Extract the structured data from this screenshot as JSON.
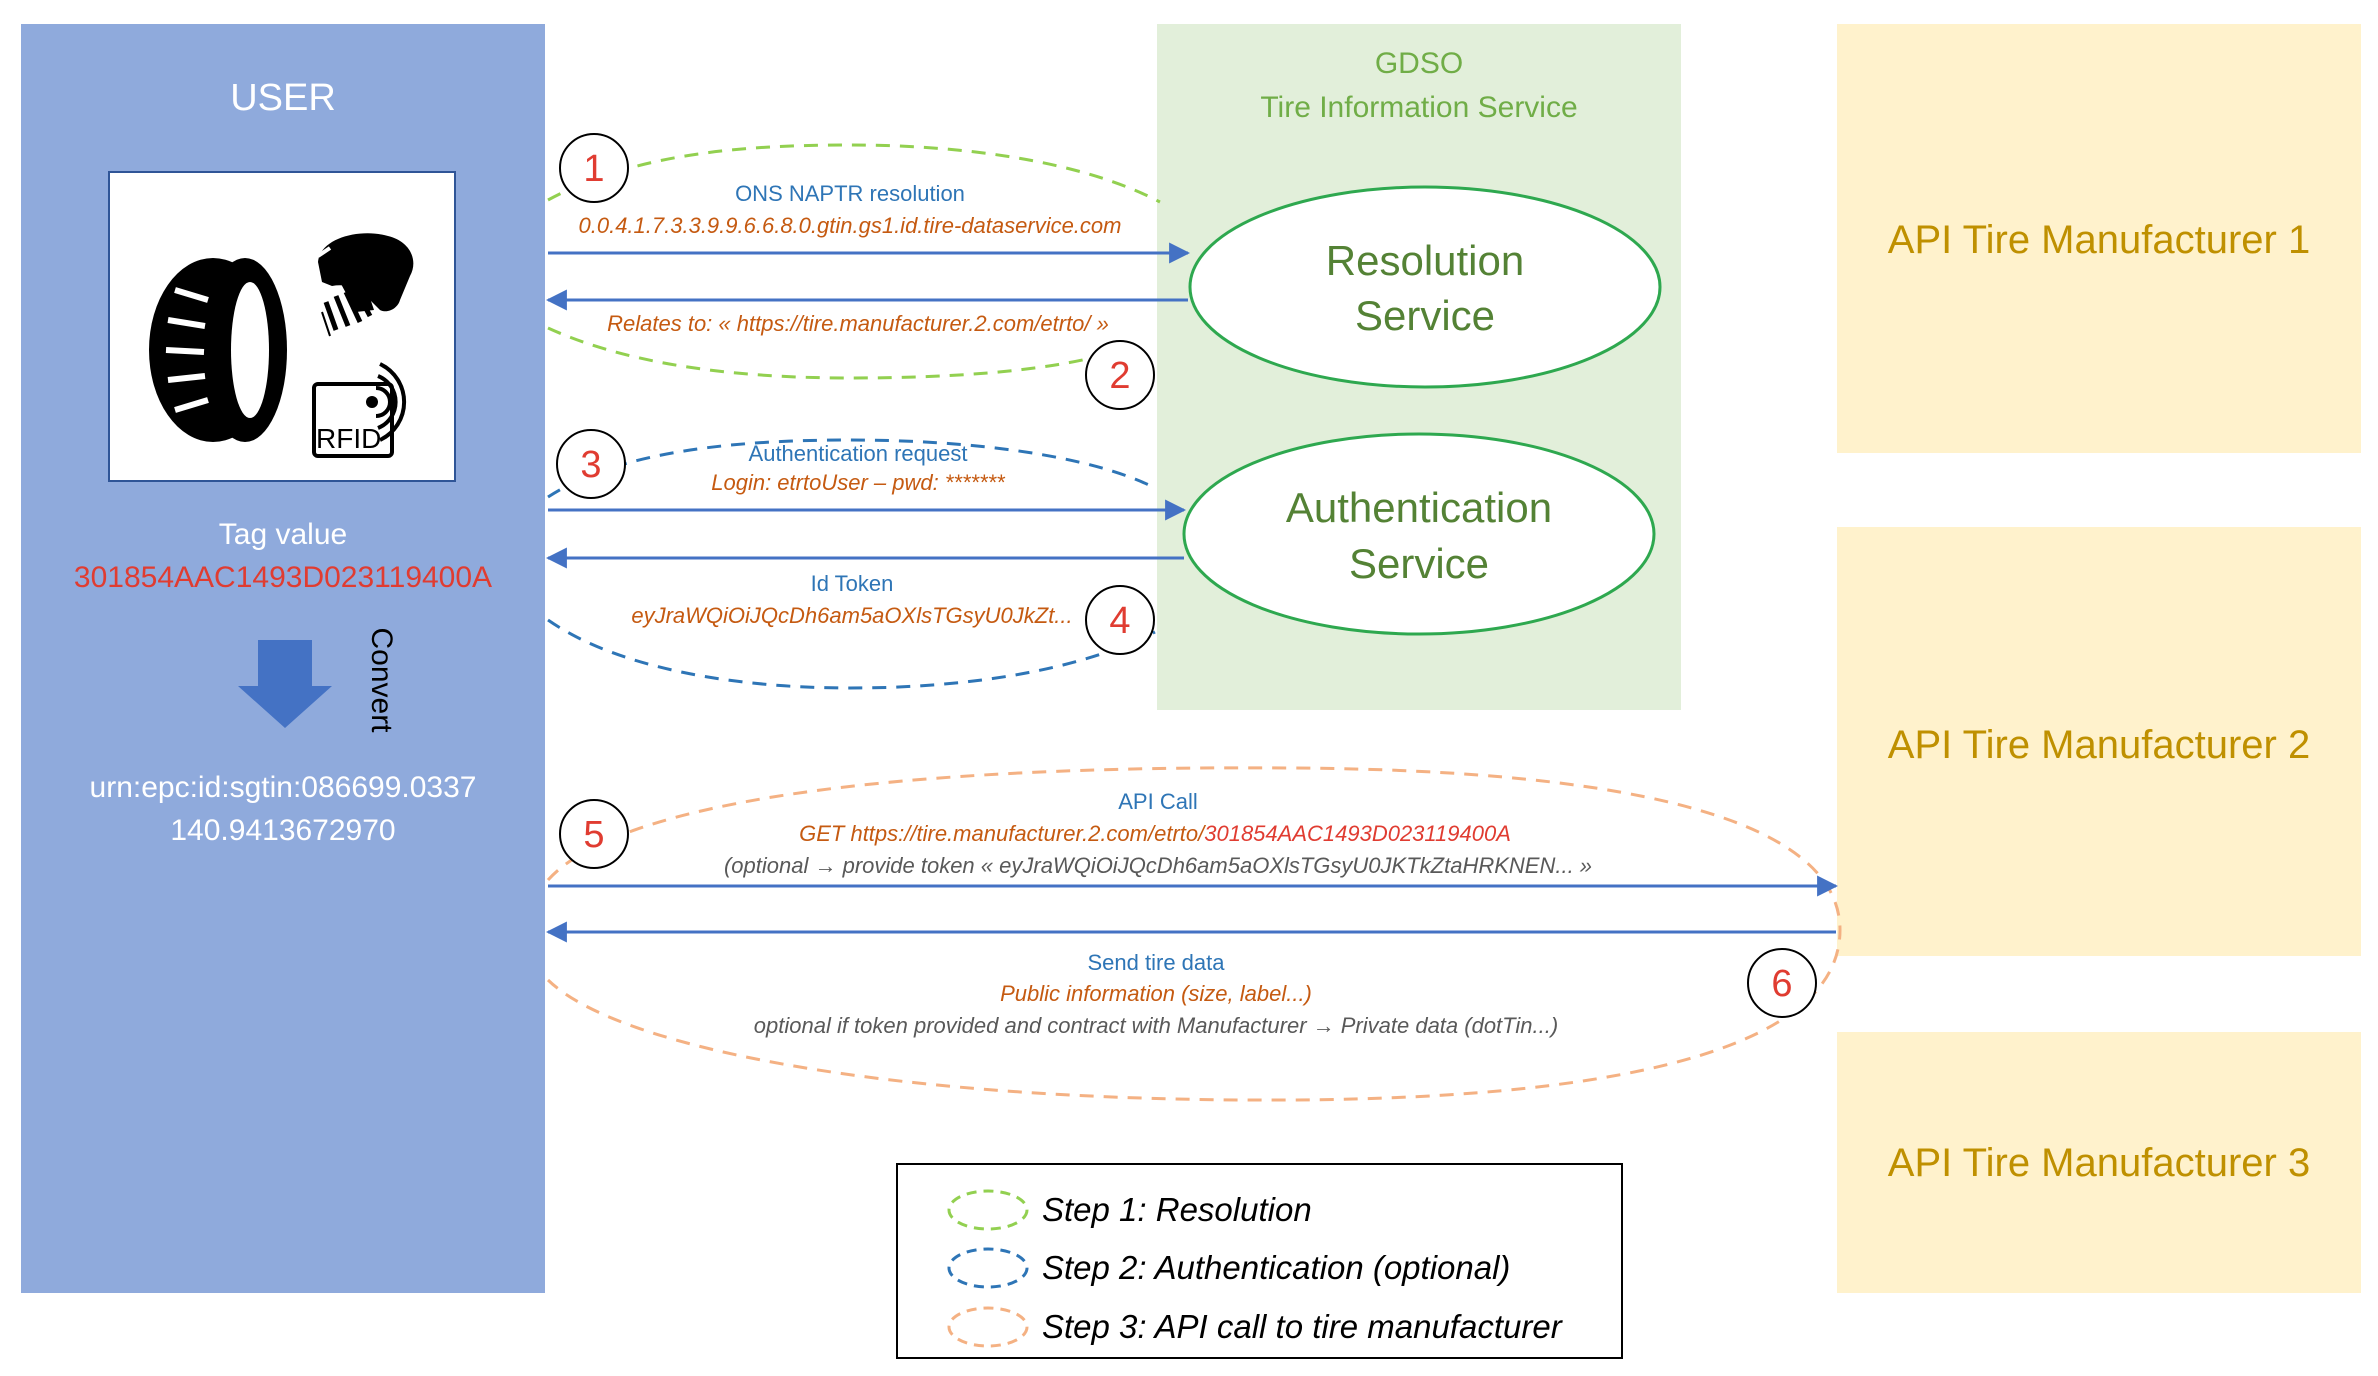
{
  "user": {
    "title": "USER",
    "tag_label": "Tag value",
    "tag_value": "301854AAC1493D023119400A",
    "convert_label": "Convert",
    "urn_line1": "urn:epc:id:sgtin:086699.0337",
    "urn_line2": "140.9413672970",
    "rfid_label": "RFID"
  },
  "gdso": {
    "title": "GDSO",
    "subtitle": "Tire Information Service",
    "resolution_service": [
      "Resolution",
      "Service"
    ],
    "authentication_service": [
      "Authentication",
      "Service"
    ]
  },
  "manufacturers": [
    "API Tire Manufacturer 1",
    "API Tire Manufacturer 2",
    "API Tire Manufacturer 3"
  ],
  "steps": {
    "s1": {
      "number": "1",
      "title": "ONS NAPTR resolution",
      "detail": "0.0.4.1.7.3.3.9.9.6.6.8.0.gtin.gs1.id.tire-dataservice.com"
    },
    "s2": {
      "number": "2",
      "detail": "Relates to: « https://tire.manufacturer.2.com/etrto/ »"
    },
    "s3": {
      "number": "3",
      "title": "Authentication request",
      "detail": "Login: etrtoUser – pwd: *******"
    },
    "s4": {
      "number": "4",
      "title": "Id Token",
      "detail": "eyJraWQiOiJQcDh6am5aOXlsTGsyU0JkZt..."
    },
    "s5": {
      "number": "5",
      "title": "API Call",
      "detail_prefix": "GET https://tire.manufacturer.2.com/etrto/",
      "detail_suffix": "301854AAC1493D023119400A",
      "optional": "(optional → provide token « eyJraWQiOiJQcDh6am5aOXlsTGsyU0JKTkZtaHRKNEN... »"
    },
    "s6": {
      "number": "6",
      "title": "Send tire data",
      "detail": "Public information (size, label...)",
      "optional": "optional if token provided and contract with Manufacturer → Private data (dotTin...)"
    }
  },
  "legend": [
    {
      "label": "Step 1: Resolution",
      "color": "#92d050"
    },
    {
      "label": "Step 2: Authentication (optional)",
      "color": "#2e75b6"
    },
    {
      "label": "Step 3: API call to tire manufacturer",
      "color": "#f4b183"
    }
  ],
  "colors": {
    "user_panel": "#8faadc",
    "gdso_panel": "#e2efda",
    "gdso_text": "#70ad47",
    "service_text": "#548235",
    "manufacturer_panel": "#fff2cc",
    "manufacturer_text": "#bf9000",
    "arrow_blue": "#4472c4",
    "label_blue": "#2e75b6",
    "label_orange": "#c55a11",
    "red": "#e03c31"
  }
}
